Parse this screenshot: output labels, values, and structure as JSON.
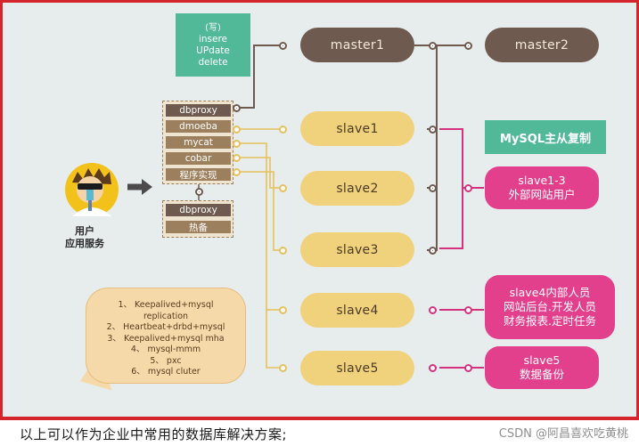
{
  "write_box": {
    "lines": [
      "(写)",
      "insere",
      "UPdate",
      "delete"
    ]
  },
  "middleware": {
    "items": [
      "dbproxy",
      "dmoeba",
      "mycat",
      "cobar",
      "程序实现"
    ],
    "backup_items": [
      "dbproxy",
      "热备"
    ]
  },
  "user": {
    "label_line1": "用户",
    "label_line2": "应用服务"
  },
  "nodes": {
    "master1": "master1",
    "master2": "master2",
    "slaves": [
      "slave1",
      "slave2",
      "slave3",
      "slave4",
      "slave5"
    ]
  },
  "replication_label": "MySQL主从复制",
  "pink_boxes": [
    {
      "lines": [
        "slave1-3",
        "外部网站用户"
      ]
    },
    {
      "lines": [
        "slave4内部人员",
        "网站后台.开发人员",
        "财务报表.定时任务"
      ]
    },
    {
      "lines": [
        "slave5",
        "数据备份"
      ]
    }
  ],
  "ha_solutions": [
    "1、 Keepalived+mysql",
    "replication",
    "2、 Heartbeat+drbd+mysql",
    "3、 Keepalived+mysql mha",
    "4、 mysql-mmm",
    "5、 pxc",
    "6、 mysql cluter"
  ],
  "footer": {
    "text": "以上可以作为企业中常用的数据库解决方案;",
    "watermark": "CSDN @阿昌喜欢吃黄桃"
  },
  "colors": {
    "frame_border": "#d5252c",
    "background": "#e7ecec",
    "master": "#6e5a4f",
    "slave": "#f1d27c",
    "teal": "#52b998",
    "pink": "#e23f8c",
    "middleware": "#9c7f5c"
  }
}
